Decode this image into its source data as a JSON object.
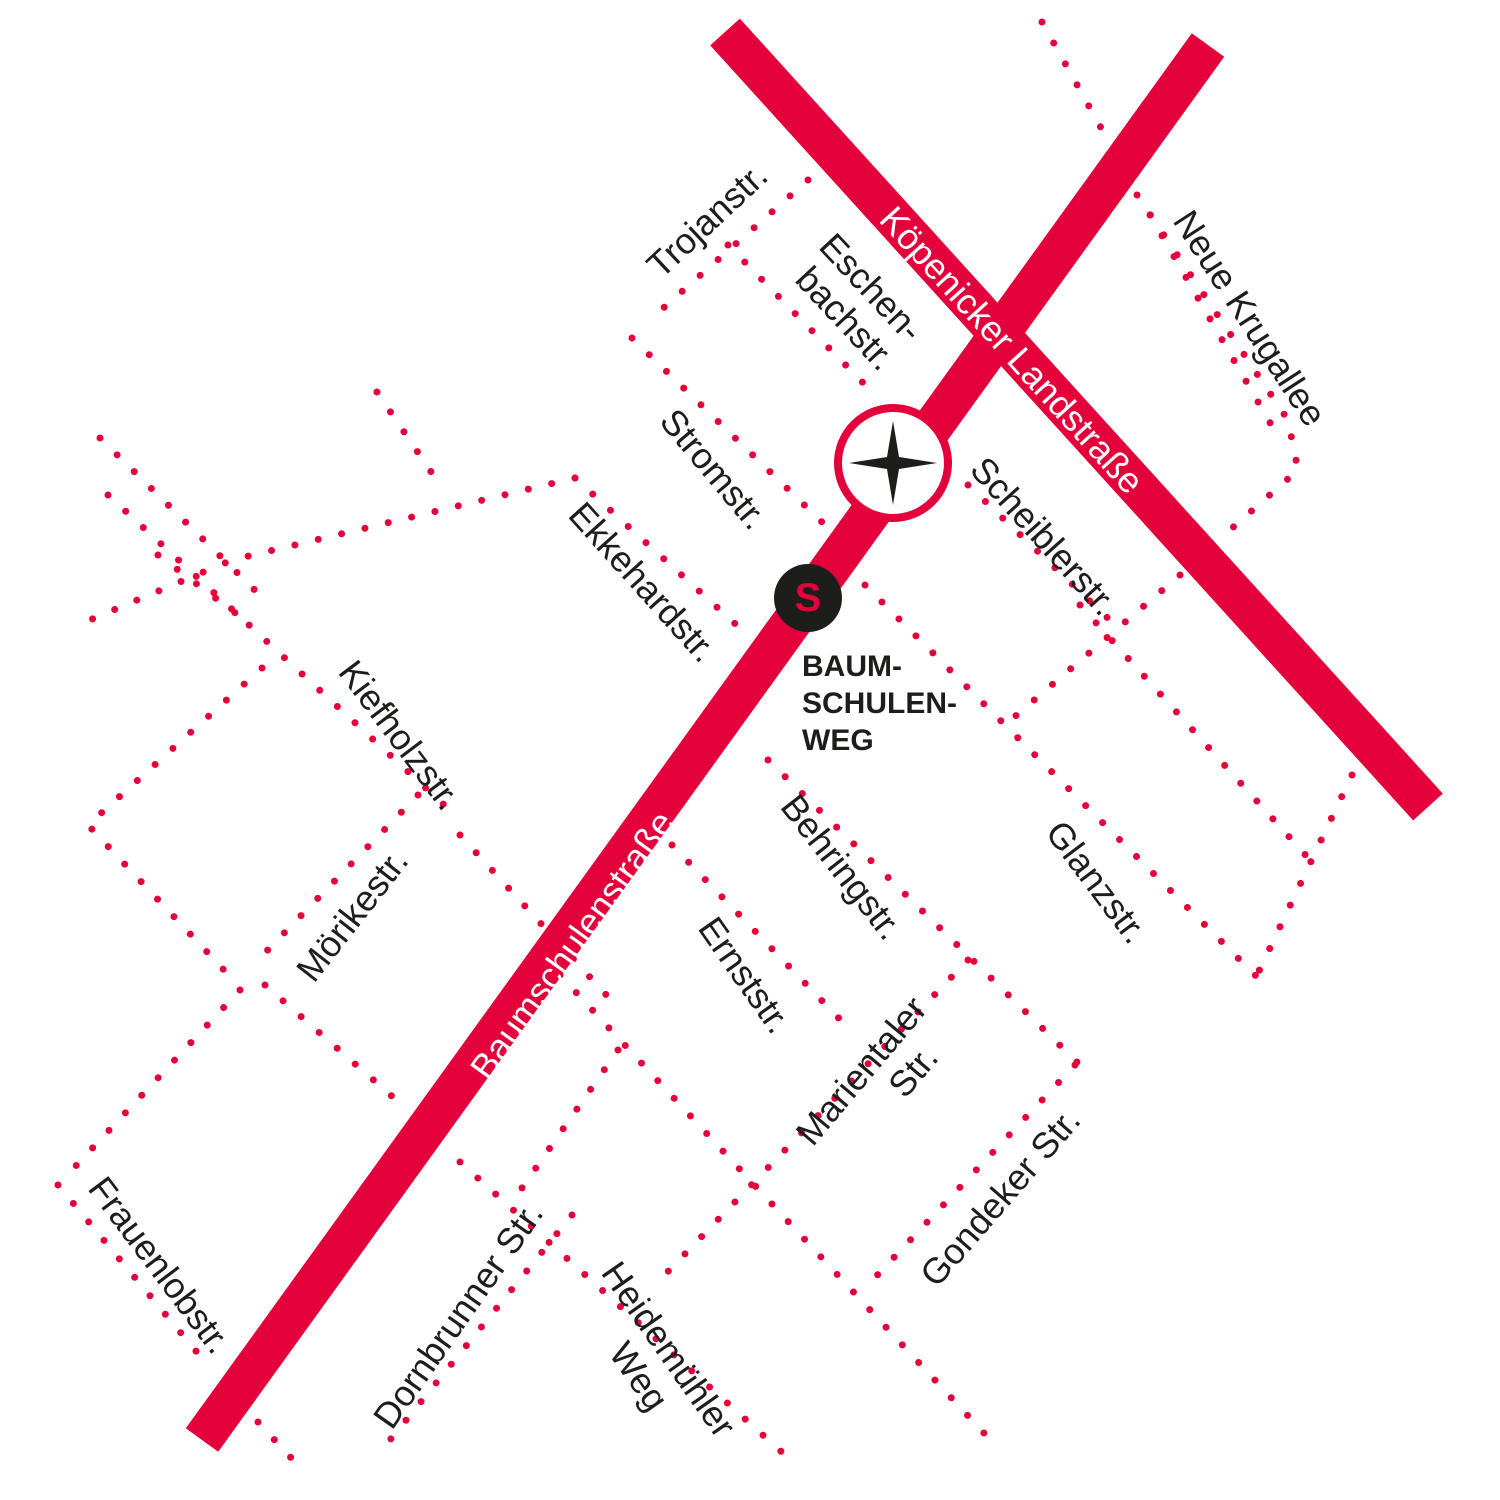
{
  "colors": {
    "road": "#e4003a",
    "text": "#1d1d1b",
    "background": "#ffffff",
    "label_on_road": "#ffffff"
  },
  "main_roads": {
    "baumschulenstrasse": "Baumschulenstraße",
    "koepenicker": "Köpenicker Landstraße"
  },
  "streets": {
    "trojanstr": "Trojanstr.",
    "eschenbachstr": [
      "Eschen-",
      "bachstr."
    ],
    "neue_krugallee": "Neue Krugallee",
    "stromstr": "Stromstr.",
    "scheiblerstr": "Scheiblerstr.",
    "ekkehardstr": "Ekkehardstr.",
    "kiefholzstr": "Kiefholzstr.",
    "moerikestr": "Mörikestr.",
    "behringstr": "Behringstr.",
    "glanzstr": "Glanzstr.",
    "ernststr": "Ernststr.",
    "marientaler": [
      "Marientaler",
      "Str."
    ],
    "gondeker": "Gondeker Str.",
    "frauenlobstr": "Frauenlobstr.",
    "dornbrunner": "Dornbrunner Str.",
    "heidemuehler": [
      "Heidemühler",
      "Weg"
    ]
  },
  "station": {
    "lines": [
      "BAUM-",
      "SCHULEN-",
      "WEG"
    ],
    "sbahn_letter": "S",
    "sbahn_icon": "s-bahn-icon"
  },
  "compass_icon": "compass-rose-icon"
}
